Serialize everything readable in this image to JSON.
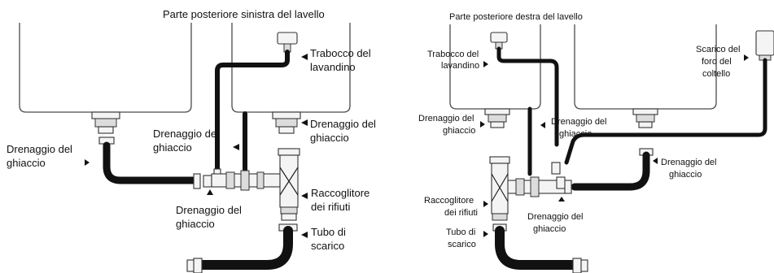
{
  "left_panel": {
    "title": "Parte posteriore sinistra del lavello",
    "labels": {
      "overflow": [
        "Trabocco del",
        "lavandino"
      ],
      "drain_right_sink": [
        "Drenaggio del",
        "ghiaccio"
      ],
      "drain_center": [
        "Drenaggio del",
        "ghiaccio"
      ],
      "drain_left": [
        "Drenaggio del",
        "ghiaccio"
      ],
      "waste_collector": [
        "Raccoglitore",
        "dei rifiuti"
      ],
      "drain_bottom": [
        "Drenaggio del",
        "ghiaccio"
      ],
      "discharge_pipe": [
        "Tubo di",
        "scarico"
      ]
    }
  },
  "right_panel": {
    "title": "Parte posteriore destra del lavello",
    "labels": {
      "overflow": [
        "Trabocco del",
        "lavandino"
      ],
      "knife_drain": [
        "Scarico del",
        "foro del",
        "coltello"
      ],
      "drain_left_sink": [
        "Drenaggio del",
        "ghiaccio"
      ],
      "drain_middle": [
        "Drenaggio del",
        "ghiaccio"
      ],
      "drain_right": [
        "Drenaggio del",
        "ghiaccio"
      ],
      "waste_collector": [
        "Raccoglitore",
        "dei rifiuti"
      ],
      "drain_bottom": [
        "Drenaggio del",
        "ghiaccio"
      ],
      "discharge_pipe": [
        "Tubo di",
        "scarico"
      ]
    }
  }
}
